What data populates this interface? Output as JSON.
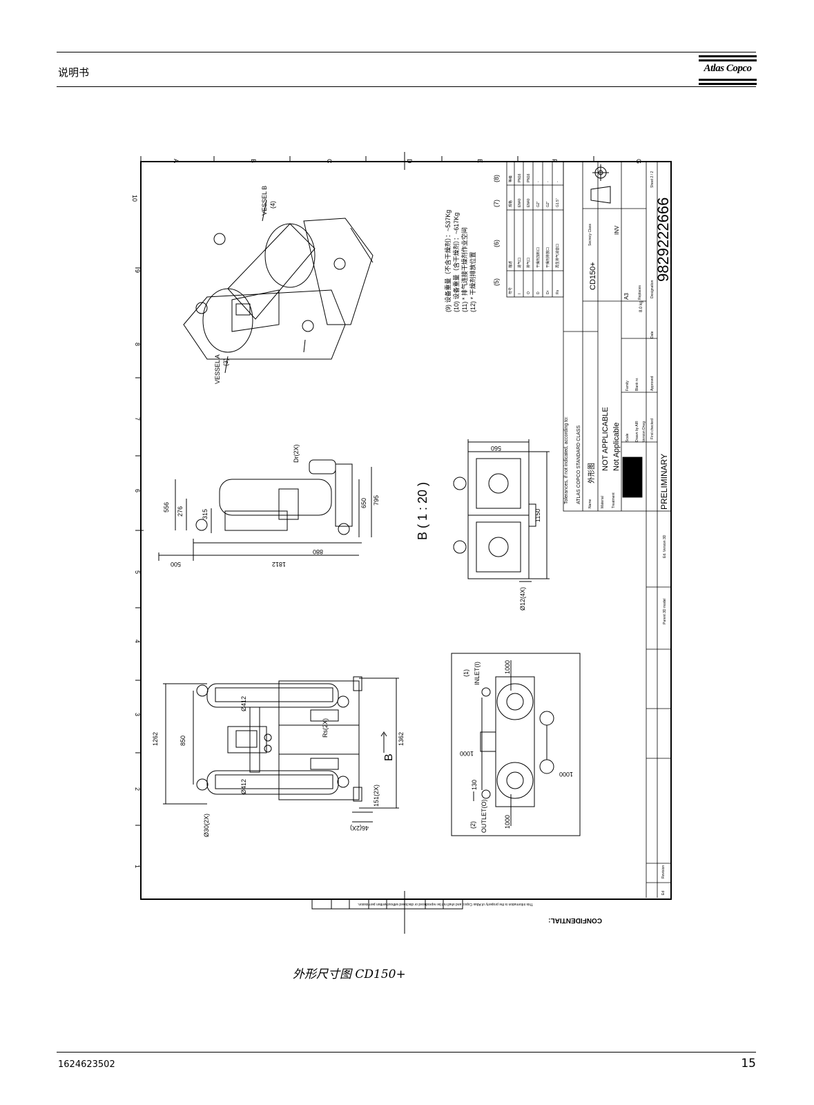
{
  "header": {
    "title": "说明书",
    "logo_text": "Atlas Copco"
  },
  "footer": {
    "doc_number": "1624623502",
    "page_number": "15"
  },
  "figure": {
    "caption": "外形尺寸图  CD150+",
    "confidential_label": "CONFIDENTIAL:",
    "confidential_note": "This information is the property of Atlas Copco and shall not be reproduced or disclosed without written permission.",
    "grid_letters": [
      "A",
      "B",
      "C",
      "D",
      "E",
      "F",
      "G"
    ],
    "grid_numbers": [
      "1",
      "2",
      "3",
      "4",
      "5",
      "6",
      "7",
      "8",
      "9",
      "10"
    ],
    "view_b_label": "B ( 1 : 20 )",
    "arrow_b_label": "B",
    "vessel_a": "VESSEL A",
    "vessel_b": "VESSEL B",
    "callouts": {
      "c1": "(1)",
      "c2": "(2)",
      "c3": "(3)",
      "c4": "(4)",
      "c5": "(5)",
      "c6": "(6)",
      "c7": "(7)",
      "c8": "(8)"
    },
    "inlet_label": "INLET(I)",
    "outlet_label": "OUTLET(O)",
    "dims_front": {
      "d1262": "1262",
      "d850": "850",
      "d1362": "1362",
      "d412a": "Ø412",
      "d412b": "Ø412",
      "d151": "151(2X)",
      "d46": "46(2X)",
      "d530": "Ø30(2X)",
      "rs": "Rs(2X)"
    },
    "dims_side": {
      "d556": "556",
      "d276": "276",
      "d315": "315",
      "d650": "650",
      "d795": "795",
      "d880": "880",
      "d1812": "1812",
      "d500": "500",
      "dr": "Dr(2X)"
    },
    "dims_top": {
      "d560": "560",
      "d1150": "1150",
      "d12": "Ø12(4X)"
    },
    "dims_conn": {
      "d1000a": "1000",
      "d1000b": "1000",
      "d1000c": "1000",
      "d1000d": "1000",
      "d130": "130"
    },
    "notes": [
      "(9) 设备重量（不含干燥剂）：~537Kg",
      "(10) 设备重量（含干燥剂）：~617Kg",
      "(11) * 排气连接干燥剂作业空间",
      "(12) * 干燥剂排放位置"
    ],
    "conn_table": {
      "headers": [
        "符号",
        "描述",
        "规格",
        "等级"
      ],
      "rows": [
        [
          "I",
          "进气口",
          "EN40",
          "PN16"
        ],
        [
          "O",
          "排气口",
          "EN40",
          "PN16"
        ],
        [
          "D",
          "干燥剂加料口",
          "G2\"",
          "-"
        ],
        [
          "Dr",
          "干燥剂排放口",
          "G2\"",
          "-"
        ],
        [
          "Rs",
          "再生排气消音口",
          "G1.5\"",
          "-"
        ]
      ]
    },
    "title_block": {
      "tolerances": "Tolerances, if not indicated, according to:",
      "standard": "ATLAS COPCO STANDARD CLASS",
      "name_label": "Name",
      "name_value": "外形图",
      "material_label": "Material",
      "material_value": "NOT APPLICABLE",
      "treatment_label": "Treatment",
      "treatment_value": "Not Applicable",
      "model": "CD150+",
      "secrecy": "Secrecy Class",
      "inv": "INV",
      "scale": "Scale",
      "drawn_by": "Drawn by  AIR",
      "version": "Version Drwg",
      "family": "Family",
      "blank_nr": "Blank nr.",
      "format": "A3",
      "replaces": "Replaces",
      "weight": "8.0 kg",
      "status": "PRELIMINARY",
      "ed_version": "Ed. Version 3D",
      "parent_model": "Parent 3D model",
      "drawing_number": "9829222666",
      "sheet": "Sheet  2 / 2",
      "date_label": "Date",
      "approved": "Approved",
      "checked": "First checked",
      "designation": "Designation",
      "ed": "Ed",
      "revision": "Revision"
    }
  }
}
